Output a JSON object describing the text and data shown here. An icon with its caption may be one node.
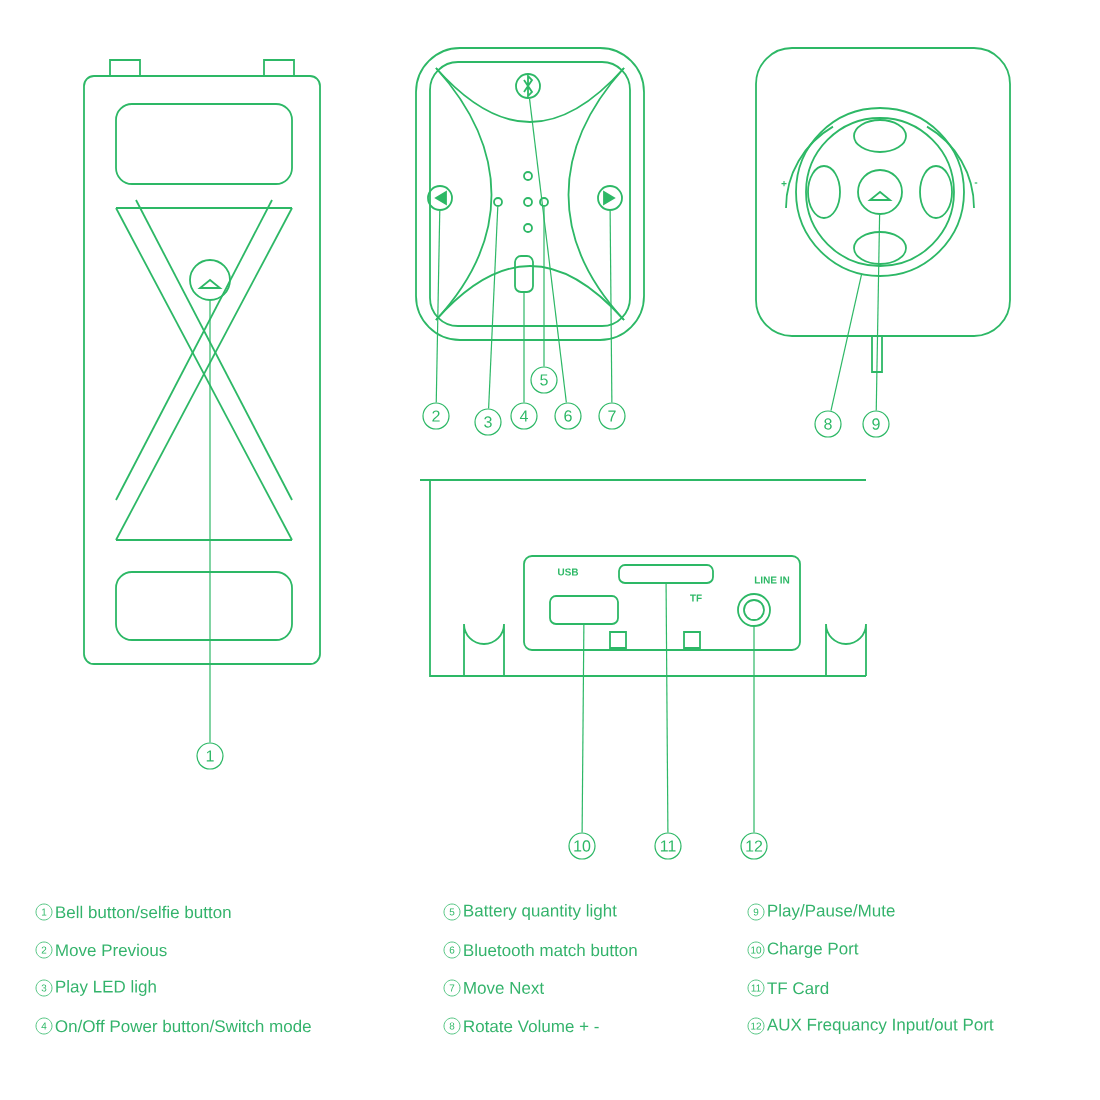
{
  "diagram": {
    "nodes": [
      {
        "text": [
          "1"
        ]
      },
      {
        "text": [
          "2"
        ]
      },
      {
        "text": [
          "3"
        ]
      },
      {
        "text": [
          "4"
        ]
      },
      {
        "text": [
          "5"
        ]
      },
      {
        "text": [
          "6"
        ]
      },
      {
        "text": [
          "7"
        ]
      },
      {
        "text": [
          "8"
        ]
      },
      {
        "text": [
          "9"
        ]
      },
      {
        "text": [
          "10"
        ]
      },
      {
        "text": [
          "11"
        ]
      },
      {
        "text": [
          "12"
        ]
      },
      {
        "text": [],
        "shape": "circle"
      },
      {
        "text": [],
        "shape": "circle"
      },
      {
        "text": [],
        "shape": "circle"
      },
      {
        "text": [],
        "shape": "box"
      },
      {
        "text": [],
        "shape": "circle"
      },
      {
        "text": [],
        "shape": "circle"
      },
      {
        "text": [],
        "shape": "circle"
      },
      {
        "text": [],
        "shape": "circle"
      },
      {
        "text": [],
        "shape": "circle",
        "in": 19
      },
      {
        "text": [],
        "shape": "box"
      },
      {
        "text": [],
        "shape": "box"
      },
      {
        "text": [],
        "shape": "circle"
      }
    ],
    "edges": [
      {
        "from": 0,
        "to": 12,
        "arrow": "none"
      },
      {
        "from": 1,
        "to": 13,
        "arrow": "none"
      },
      {
        "from": 2,
        "to": 14,
        "arrow": "none"
      },
      {
        "from": 3,
        "to": 15,
        "arrow": "none"
      },
      {
        "from": 4,
        "to": 16,
        "arrow": "none"
      },
      {
        "from": 5,
        "to": 17,
        "arrow": "none"
      },
      {
        "from": 6,
        "to": 18,
        "arrow": "none"
      },
      {
        "from": 7,
        "to": 19,
        "arrow": "none"
      },
      {
        "from": 8,
        "to": 20,
        "arrow": "none"
      },
      {
        "from": 9,
        "to": 21,
        "arrow": "none"
      },
      {
        "from": 10,
        "to": 22,
        "arrow": "none"
      },
      {
        "from": 11,
        "to": 23,
        "arrow": "none"
      }
    ],
    "labels": [
      "+",
      "-",
      "USB",
      "TF",
      "LINE IN",
      "1",
      "Bell button/selfie button",
      "5",
      "Battery quantity light",
      "9",
      "Play/Pause/Mute",
      "2",
      "Move Previous",
      "6",
      "Bluetooth match button",
      "10",
      "Charge Port",
      "3",
      "Play LED ligh",
      "7",
      "Move Next",
      "11",
      "TF Card",
      "4",
      "On/Off Power button/Switch mode",
      "8",
      "Rotate Volume + -",
      "12",
      "AUX Frequancy Input/out Port"
    ]
  }
}
